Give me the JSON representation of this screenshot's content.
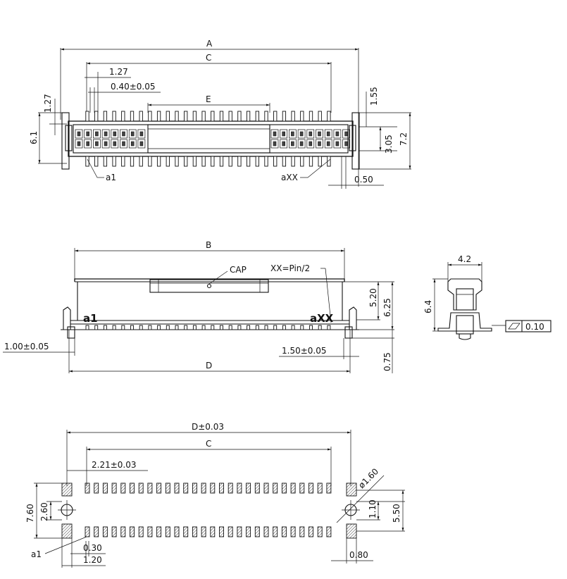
{
  "top_view": {
    "dim_A": "A",
    "dim_C": "C",
    "dim_E": "E",
    "pitch": "1.27",
    "pin_width": "0.40±0.05",
    "left_height": "1.27",
    "overall_height": "6.1",
    "right_top": "1.55",
    "right_mid": "3.05",
    "right_total": "7.2",
    "right_bottom": "0.50",
    "pin_first": "a1",
    "pin_last": "aXX"
  },
  "side_view": {
    "dim_B": "B",
    "dim_D": "D",
    "cap_label": "CAP",
    "pin_note": "XX=Pin/2",
    "first_mark": "a1",
    "last_mark": "aXX",
    "left_offset": "1.00±0.05",
    "right_offset": "1.50±0.05",
    "height_inner": "5.20",
    "height_total": "6.25",
    "height_bottom": "0.75"
  },
  "end_view": {
    "width": "4.2",
    "height": "6.4",
    "flatness_value": "0.10"
  },
  "footprint": {
    "dim_D": "D±0.03",
    "dim_C": "C",
    "offset": "2.21±0.03",
    "hole_dia": "ø1.60",
    "left_total": "7.60",
    "left_inner": "2.60",
    "right_inner": "1.10",
    "right_total": "5.50",
    "pad_width": "0.30",
    "pad_offset": "1.20",
    "right_pad": "0.80",
    "pin_first": "a1"
  }
}
